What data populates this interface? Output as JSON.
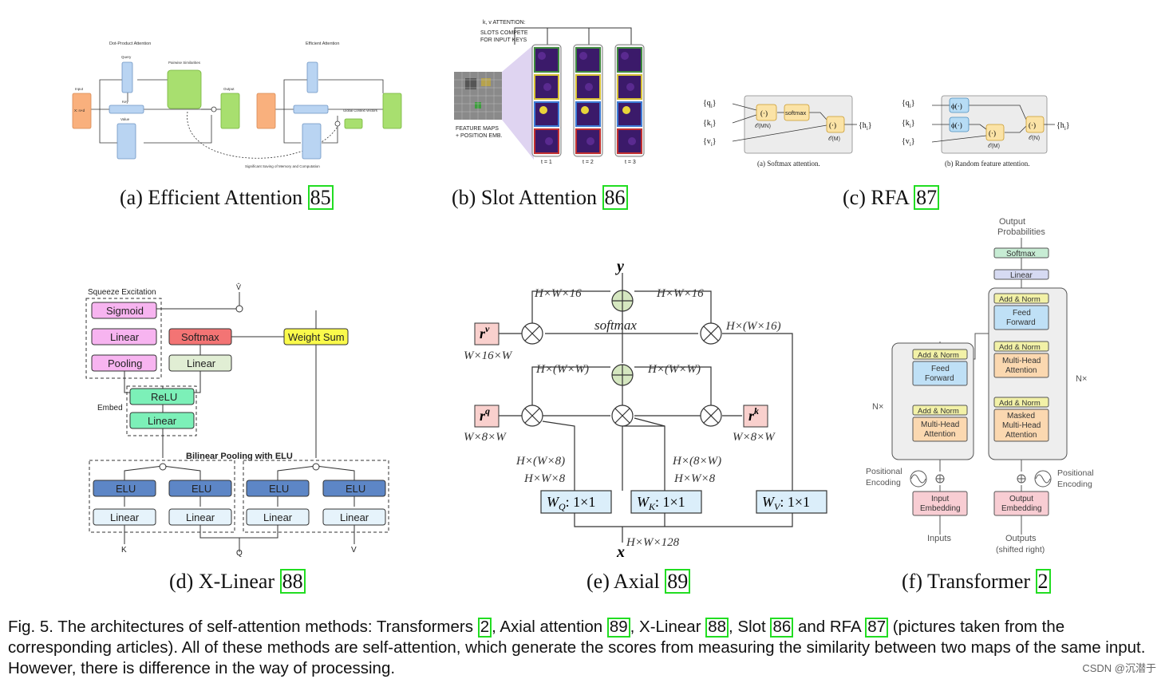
{
  "subcaptions": [
    {
      "text": "(a) Efficient Attention ",
      "cite": "85"
    },
    {
      "text": "(b) Slot Attention ",
      "cite": "86"
    },
    {
      "text": "(c) RFA ",
      "cite": "87"
    },
    {
      "text": "(d) X-Linear ",
      "cite": "88"
    },
    {
      "text": "(e) Axial ",
      "cite": "89"
    },
    {
      "text": "(f) Transformer ",
      "cite": "2"
    }
  ],
  "caption": {
    "p1": "Fig. 5.  The architectures of self-attention methods: Transformers ",
    "c1": "2",
    "p2": ", Axial attention ",
    "c2": "89",
    "p3": ", X-Linear ",
    "c3": "88",
    "p4": ", Slot ",
    "c4": "86",
    "p5": " and RFA ",
    "c5": "87",
    "p6": " (pictures taken from the corresponding articles). All of these methods are self-attention, which generate the scores from measuring the similarity between two maps of the same input. However, there is difference in the way of processing."
  },
  "watermark": "CSDN @沉潜于",
  "fig_a": {
    "title_left": "Dot-Product Attention",
    "title_right": "Efficient Attention",
    "input": "Input",
    "query": "Query",
    "key": "Key",
    "value": "Value",
    "output": "Output",
    "pairwise": "Pairwise Similarities",
    "global": "Global Context Vectors",
    "saving": "Significant Saving of Memory and Computation"
  },
  "fig_b": {
    "attention": "k, v ATTENTION:",
    "compete1": "SLOTS COMPETE",
    "compete2": "FOR INPUT KEYS",
    "feature1": "FEATURE MAPS",
    "feature2": "+ POSITION EMB.",
    "t1": "t = 1",
    "t2": "t = 2",
    "t3": "t = 3"
  },
  "fig_c": {
    "softmax": "softmax",
    "omn": "𝒪(MN)",
    "om": "𝒪(M)",
    "on": "𝒪(N)",
    "sub_a": "(a)  Softmax attention.",
    "sub_b": "(b) Random feature attention."
  },
  "fig_d": {
    "squeeze": "Squeeze Excitation",
    "sigmoid": "Sigmoid",
    "linear": "Linear",
    "pooling": "Pooling",
    "softmax": "Softmax",
    "weight_sum": "Weight Sum",
    "relu": "ReLU",
    "embed": "Embed",
    "bilinear": "Bilinear Pooling with ELU",
    "elu": "ELU",
    "k": "K",
    "q": "Q",
    "v": "V",
    "vhat": "V̂"
  },
  "fig_e": {
    "y": "y",
    "x": "x",
    "softmax": "softmax",
    "hw16": "H×W×16",
    "hw16b": "H×(W×16)",
    "hwwb": "H×(W×W)",
    "w16w": "W×16×W",
    "w8w": "W×8×W",
    "hw8": "H×(W×8)",
    "h8w": "H×(8×W)",
    "hw8b": "H×W×8",
    "hw128": "H×W×128",
    "rv": "r",
    "rv_sup": "v",
    "rq_sup": "q",
    "rk_sup": "k",
    "wq": "W",
    "wq_sub": "Q",
    "wk_sub": "K",
    "wv_sub": "V",
    "onebyone": ": 1×1"
  },
  "fig_f": {
    "output_prob1": "Output",
    "output_prob2": "Probabilities",
    "softmax": "Softmax",
    "linear": "Linear",
    "add_norm": "Add & Norm",
    "feed1": "Feed",
    "feed2": "Forward",
    "mh1": "Multi-Head",
    "mh2": "Attention",
    "masked": "Masked",
    "nx": "N×",
    "pos1": "Positional",
    "pos2": "Encoding",
    "in_emb1": "Input",
    "in_emb2": "Embedding",
    "out_emb1": "Output",
    "out_emb2": "Embedding",
    "inputs": "Inputs",
    "outputs": "Outputs",
    "shifted": "(shifted right)"
  }
}
